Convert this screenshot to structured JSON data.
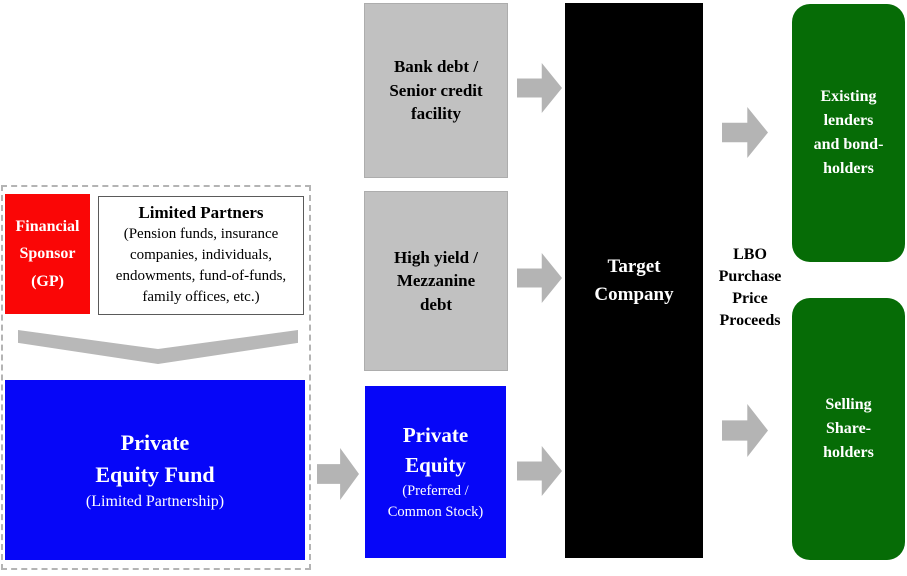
{
  "colors": {
    "sponsor_red": "#fa0606",
    "equity_blue": "#0606f8",
    "debt_gray": "#c1c1c1",
    "target_black": "#000000",
    "holders_green": "#066c06",
    "arrow_gray": "#b4b4b4"
  },
  "left_group": {
    "financial_sponsor": {
      "lines": [
        "Financial",
        "Sponsor",
        "(GP)"
      ]
    },
    "limited_partners": {
      "title": "Limited Partners",
      "body": "(Pension funds, insurance companies, individuals, endowments, fund-of-funds, family offices, etc.)"
    },
    "private_equity_fund": {
      "title_lines": [
        "Private",
        "Equity Fund"
      ],
      "subtitle": "(Limited Partnership)"
    }
  },
  "financing_sources": {
    "bank_debt": {
      "lines": [
        "Bank debt /",
        "Senior credit",
        "facility"
      ]
    },
    "high_yield": {
      "lines": [
        "High yield /",
        "Mezzanine",
        "debt"
      ]
    },
    "private_equity": {
      "title_lines": [
        "Private",
        "Equity"
      ],
      "subtitle_lines": [
        "(Preferred /",
        "Common Stock)"
      ]
    }
  },
  "target_company": {
    "lines": [
      "Target",
      "Company"
    ]
  },
  "proceeds_label": {
    "lines": [
      "LBO",
      "Purchase",
      "Price",
      "Proceeds"
    ]
  },
  "recipients": {
    "existing_lenders": {
      "lines": [
        "Existing",
        "lenders",
        "and bond-",
        "holders"
      ]
    },
    "selling_shareholders": {
      "lines": [
        "Selling",
        "Share-",
        "holders"
      ]
    }
  }
}
